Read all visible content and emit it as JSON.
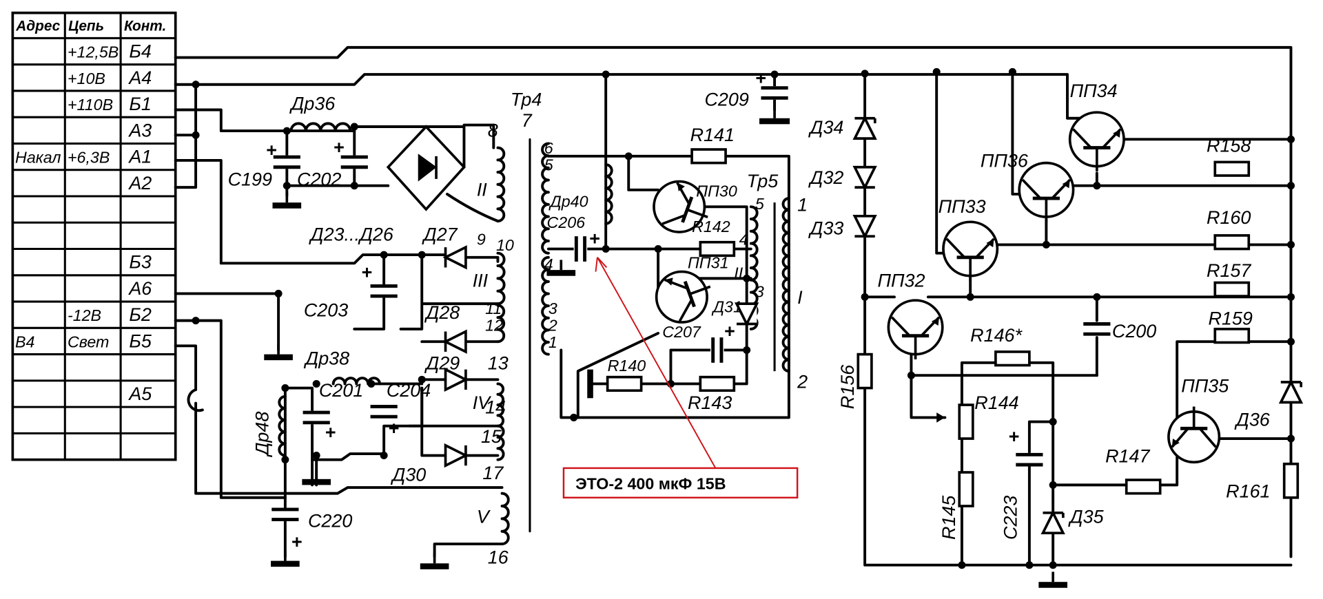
{
  "table": {
    "headers": [
      "Адрес",
      "Цепь",
      "Конт."
    ],
    "rows": [
      {
        "addr": "",
        "circuit": "+12,5В",
        "contact": "Б4"
      },
      {
        "addr": "",
        "circuit": "+10В",
        "contact": "А4"
      },
      {
        "addr": "",
        "circuit": "+110В",
        "contact": "Б1"
      },
      {
        "addr": "",
        "circuit": "",
        "contact": "А3"
      },
      {
        "addr": "Накал",
        "circuit": "+6,3В",
        "contact": "А1"
      },
      {
        "addr": "",
        "circuit": "",
        "contact": "А2"
      },
      {
        "addr": "",
        "circuit": "",
        "contact": ""
      },
      {
        "addr": "",
        "circuit": "",
        "contact": ""
      },
      {
        "addr": "",
        "circuit": "",
        "contact": "Б3"
      },
      {
        "addr": "",
        "circuit": "",
        "contact": "А6"
      },
      {
        "addr": "",
        "circuit": "-12В",
        "contact": "Б2"
      },
      {
        "addr": "В4",
        "circuit": "Свет",
        "contact": "Б5"
      },
      {
        "addr": "",
        "circuit": "",
        "contact": ""
      },
      {
        "addr": "",
        "circuit": "",
        "contact": "А5"
      },
      {
        "addr": "",
        "circuit": "",
        "contact": ""
      },
      {
        "addr": "",
        "circuit": "",
        "contact": ""
      }
    ]
  },
  "labels": {
    "dr36": "Др36",
    "c199": "С199",
    "c202": "С202",
    "d23_26": "Д23...Д26",
    "d27": "Д27",
    "c203": "С203",
    "d28": "Д28",
    "dr38": "Др38",
    "d29": "Д29",
    "dr48": "Др48",
    "c201": "С201",
    "c204": "С204",
    "d30": "Д30",
    "c220": "С220",
    "w2": "II",
    "w3": "III",
    "w4": "IV",
    "w5": "V",
    "p8": "8",
    "p9": "9",
    "p10": "10",
    "p11": "11",
    "p12": "12",
    "p13": "13",
    "p14": "14",
    "p15": "15",
    "p17": "17",
    "p16": "16",
    "tp4": "Тр4",
    "t7": "7",
    "t6": "6",
    "t5": "5",
    "t4": "4",
    "t3": "3",
    "t2": "2",
    "t1": "1",
    "dr40": "Др40",
    "c206": "С206",
    "r141": "R141",
    "pp30": "ПП30",
    "tp5": "Тр5",
    "t5_5": "5",
    "t5_4": "4",
    "t5_3": "3",
    "t5_1": "1",
    "t5_2": "2",
    "t5_wI": "I",
    "t5_wII": "II",
    "r142": "R142",
    "pp31": "ПП31",
    "d31": "Д31",
    "c207": "С207",
    "r140": "R140",
    "r143": "R143",
    "c209": "С209",
    "d34": "Д34",
    "d32": "Д32",
    "d33": "Д33",
    "pp34": "ПП34",
    "pp36": "ПП36",
    "pp33": "ПП33",
    "pp32": "ПП32",
    "r158": "R158",
    "r160": "R160",
    "r157": "R157",
    "r159": "R159",
    "c200": "С200",
    "r146": "R146*",
    "r144": "R144",
    "r145": "R145",
    "c223": "С223",
    "d35": "Д35",
    "r147": "R147",
    "pp35": "ПП35",
    "d36": "Д36",
    "r161": "R161",
    "r156": "R156"
  },
  "annotation": {
    "text": "ЭТО-2  400 мкФ  15В",
    "color": "#d0141a"
  }
}
